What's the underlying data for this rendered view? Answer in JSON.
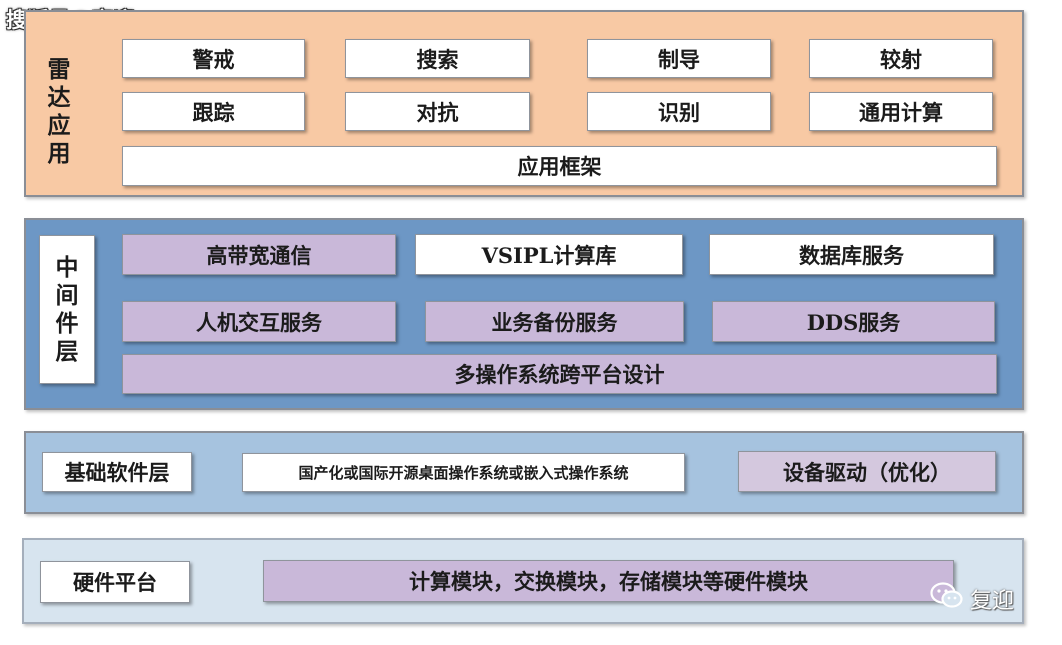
{
  "watermark": {
    "top_left": "搜狐号@享迎",
    "wechat_icon": "wechat-icon",
    "wechat_name": "复迎"
  },
  "layers": {
    "radar_app": {
      "label_chars": [
        "雷",
        "达",
        "应",
        "用"
      ],
      "row1": [
        "警戒",
        "搜索",
        "制导",
        "较射"
      ],
      "row2": [
        "跟踪",
        "对抗",
        "识别",
        "通用计算"
      ],
      "framework": "应用框架"
    },
    "middleware": {
      "label_chars": [
        "中",
        "间",
        "件",
        "层"
      ],
      "row1": [
        "高带宽通信",
        "VSIPL计算库",
        "数据库服务"
      ],
      "row2": [
        "人机交互服务",
        "业务备份服务",
        "DDS服务"
      ],
      "cross_platform": "多操作系统跨平台设计"
    },
    "base_software": {
      "label": "基础软件层",
      "os": "国产化或国际开源桌面操作系统或嵌入式操作系统",
      "drivers": "设备驱动（优化）"
    },
    "hardware": {
      "label": "硬件平台",
      "modules": "计算模块，交换模块，存储模块等硬件模块"
    }
  },
  "colors": {
    "radar_bg": "#f8c9a4",
    "middleware_bg": "#6d97c5",
    "base_bg": "#a6c3df",
    "hardware_bg": "#d7e4ef",
    "box_purple": "#c9b8d9",
    "box_white": "#ffffff"
  }
}
